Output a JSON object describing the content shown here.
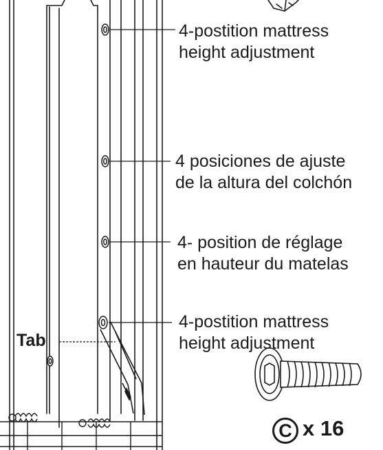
{
  "labels": {
    "label_1": [
      "4-postition mattress",
      "height adjustment"
    ],
    "label_2": [
      "4 posiciones de ajuste",
      "de la altura del colchón"
    ],
    "label_3": [
      "4- position de réglage",
      "en hauteur du matelas"
    ],
    "label_4": [
      "4-postition mattress",
      "height adjustment"
    ]
  },
  "tab_label": "Tab",
  "part": {
    "letter": "C",
    "quantity": "x 16"
  }
}
